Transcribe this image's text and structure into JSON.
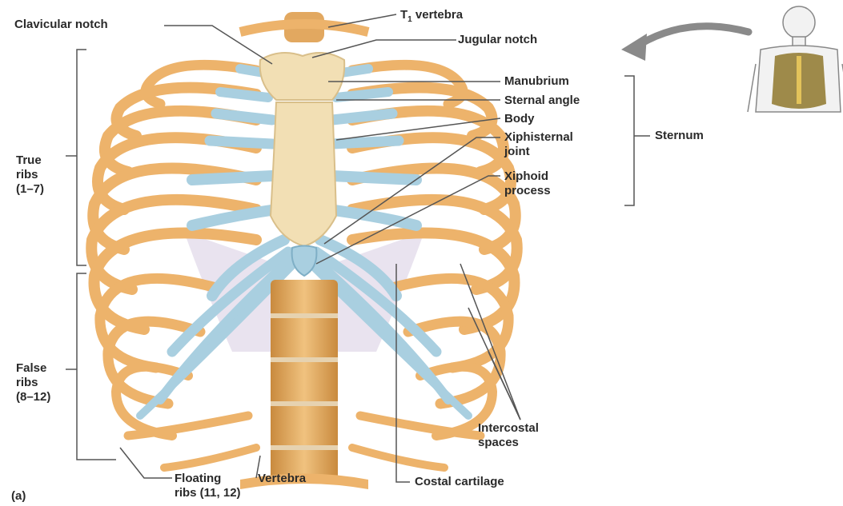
{
  "figure_tag": "(a)",
  "labels": {
    "clavicular_notch": "Clavicular notch",
    "t1_prefix": "T",
    "t1_sub": "1",
    "t1_suffix": " vertebra",
    "jugular_notch": "Jugular notch",
    "manubrium": "Manubrium",
    "sternal_angle": "Sternal angle",
    "body": "Body",
    "xiphisternal_joint_1": "Xiphisternal",
    "xiphisternal_joint_2": "joint",
    "xiphoid_process_1": "Xiphoid",
    "xiphoid_process_2": "process",
    "sternum": "Sternum",
    "true_ribs_1": "True",
    "true_ribs_2": "ribs",
    "true_ribs_3": "(1–7)",
    "false_ribs_1": "False",
    "false_ribs_2": "ribs",
    "false_ribs_3": "(8–12)",
    "intercostal_spaces_1": "Intercostal",
    "intercostal_spaces_2": "spaces",
    "floating_ribs_1": "Floating",
    "floating_ribs_2": "ribs (11, 12)",
    "vertebra": "Vertebra",
    "costal_cartilage": "Costal cartilage"
  },
  "colors": {
    "bone": "#EDB36B",
    "bone_dark": "#C98A3E",
    "cartilage": "#A9CFE0",
    "cartilage_dark": "#7FAFC6",
    "sternum": "#F2DFB4",
    "membrane": "#E3DCEB",
    "leader": "#555555",
    "arrow": "#8A8A8A"
  }
}
